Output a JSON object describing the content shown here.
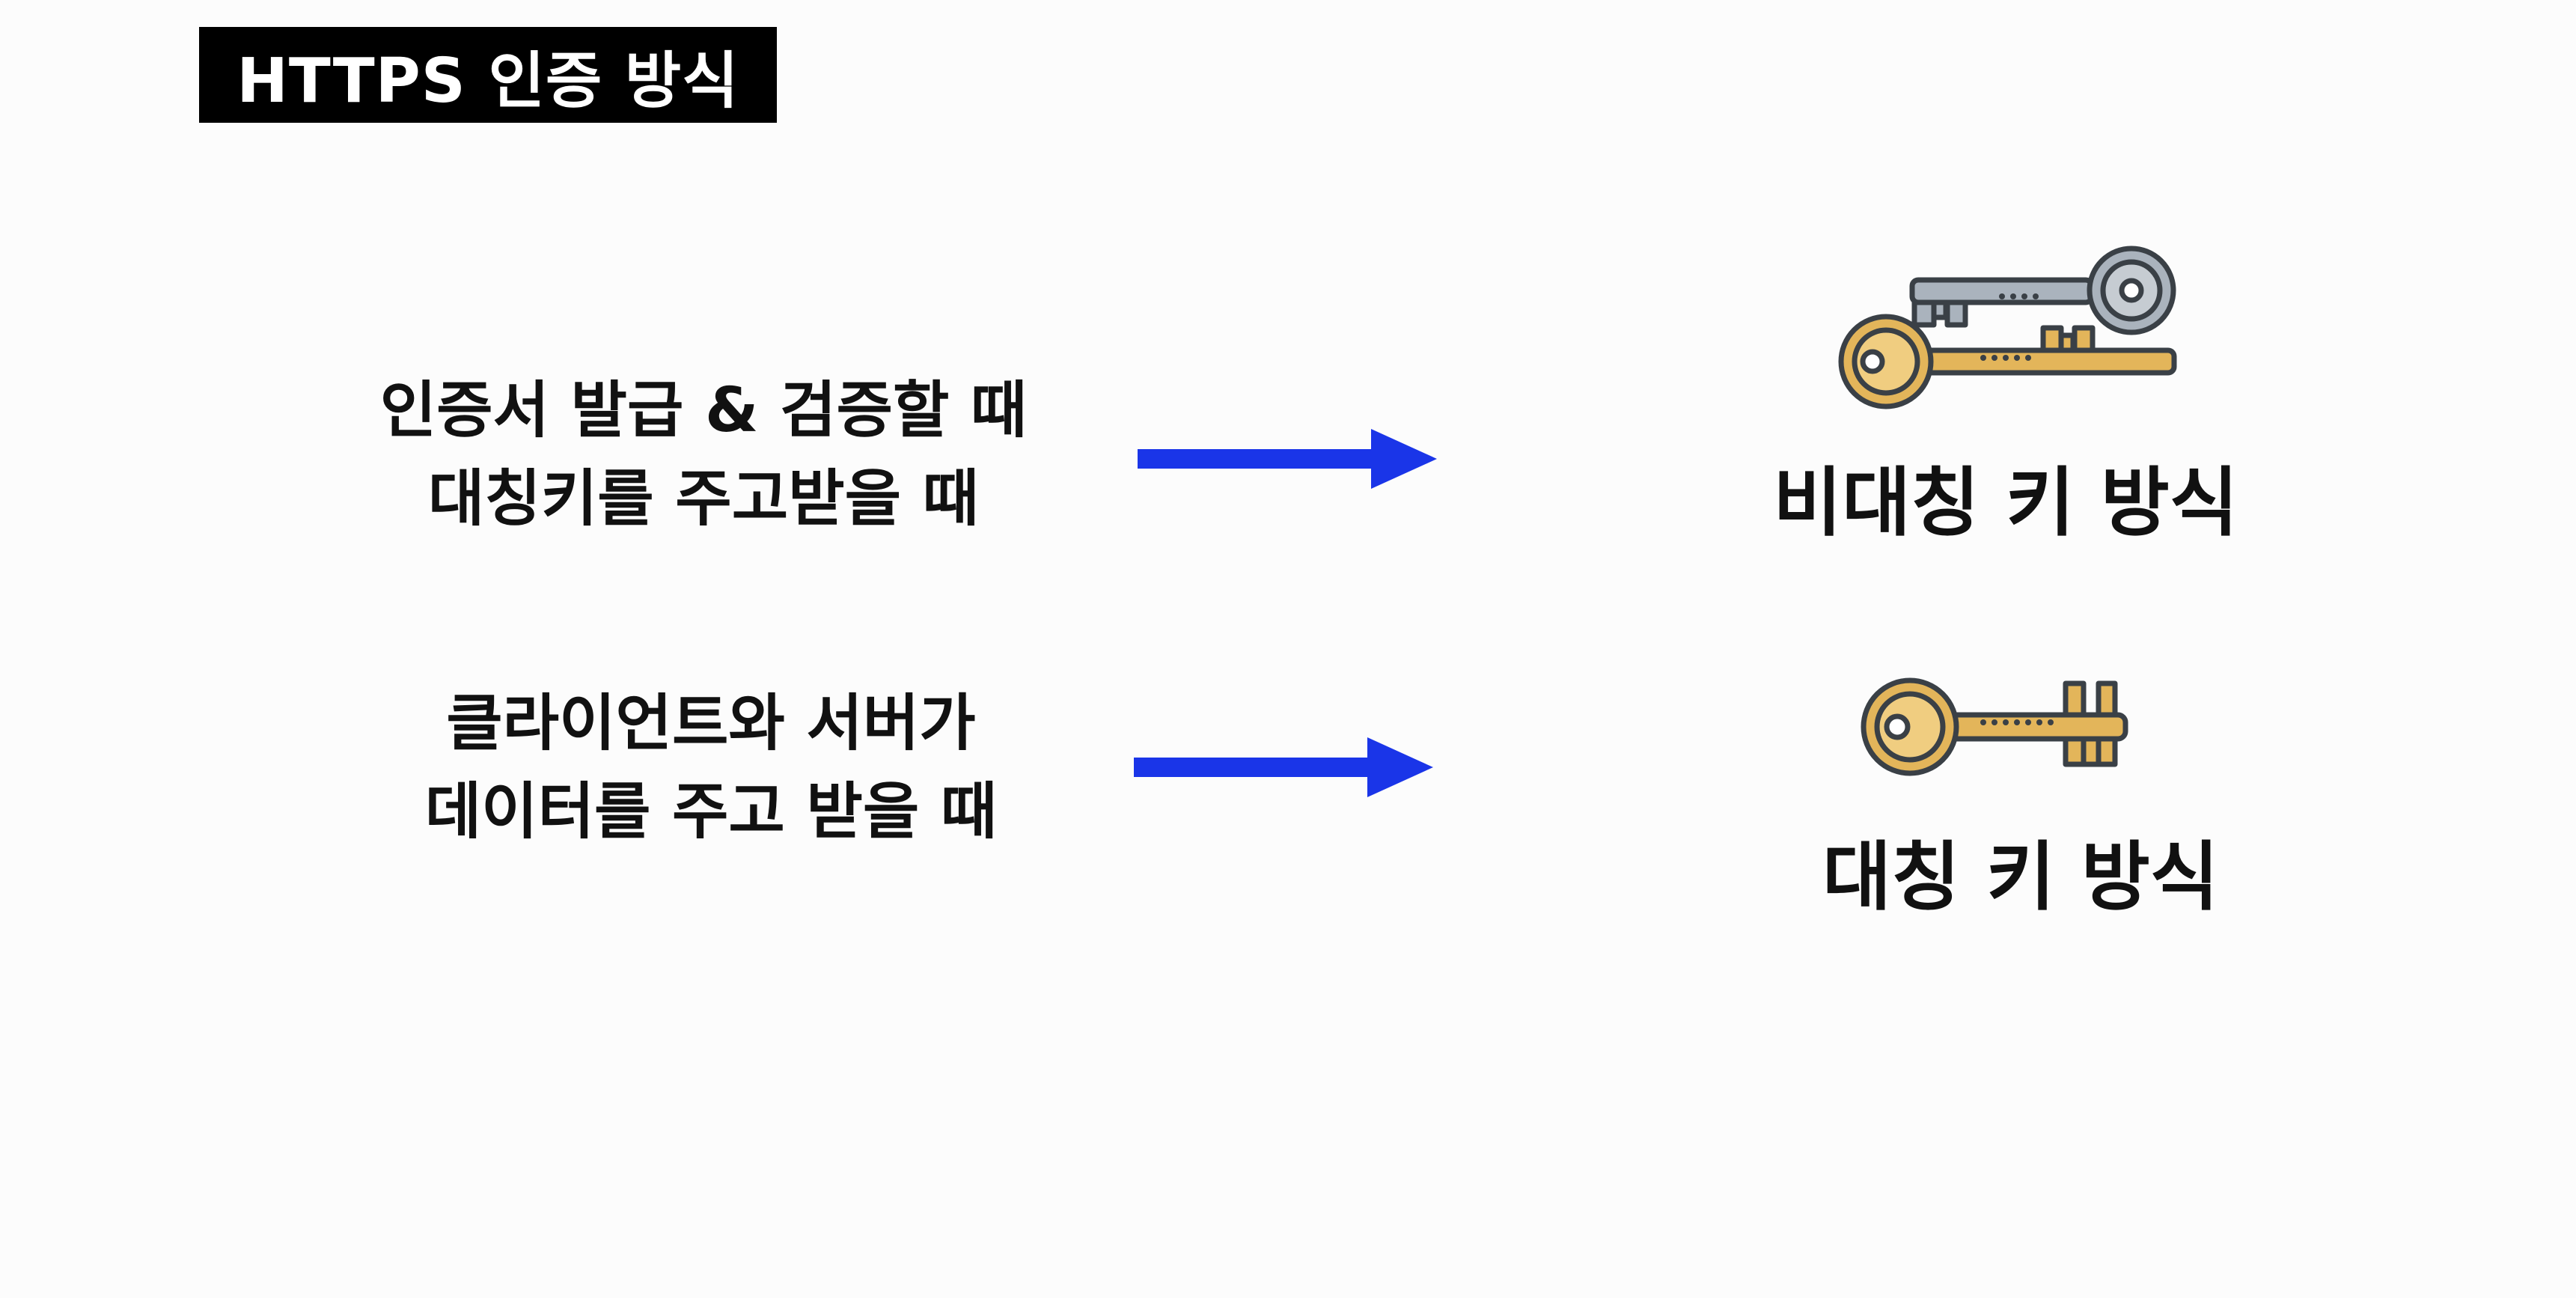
{
  "title": "HTTPS 인증 방식",
  "rows": [
    {
      "description_lines": [
        "인증서 발급 & 검증할 때",
        "대칭키를 주고받을 때"
      ],
      "method": "비대칭 키 방식",
      "icon": "two-keys-icon"
    },
    {
      "description_lines": [
        "클라이언트와 서버가",
        "데이터를 주고 받을 때"
      ],
      "method": "대칭 키 방식",
      "icon": "single-key-icon"
    }
  ],
  "colors": {
    "arrow": "#1a35e8",
    "title_bg": "#000000",
    "title_text": "#ffffff",
    "gold_key": "#e3b55a",
    "silver_key": "#aab3bd",
    "outline": "#3a4046"
  }
}
